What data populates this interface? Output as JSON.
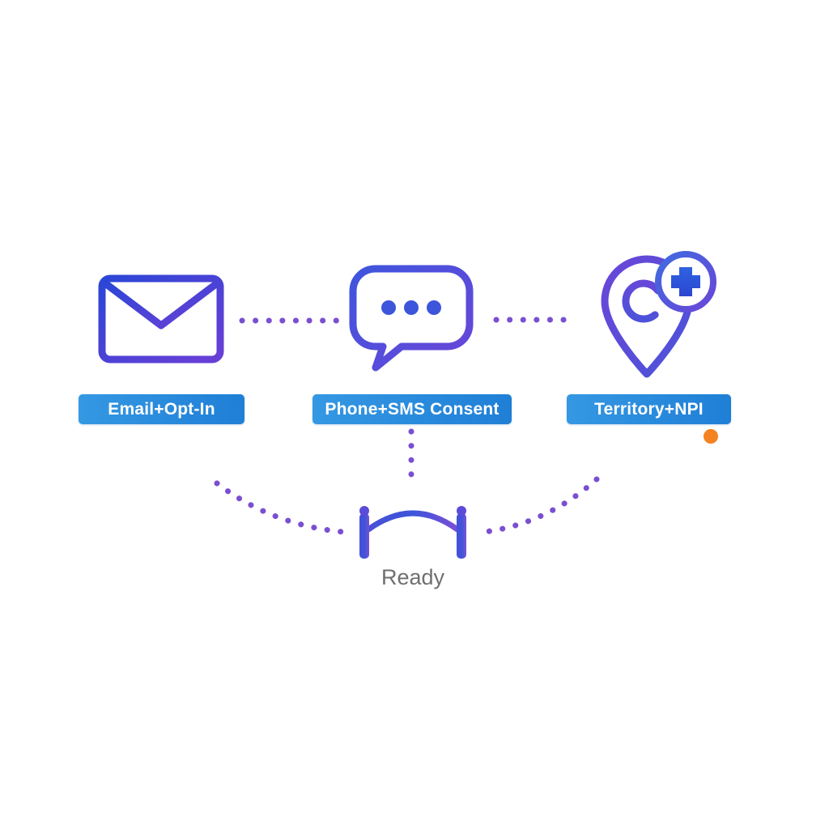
{
  "diagram": {
    "type": "flow-infographic",
    "nodes": [
      {
        "id": "email",
        "label": "Email+Opt-In",
        "icon": "envelope-icon"
      },
      {
        "id": "sms",
        "label": "Phone+SMS Consent",
        "icon": "chat-bubble-icon"
      },
      {
        "id": "territory",
        "label": "Territory+NPI",
        "icon": "map-pin-medical-cross-icon",
        "status_dot": true
      }
    ],
    "connectors": [
      {
        "from": "email",
        "to": "sms",
        "style": "dotted"
      },
      {
        "from": "sms",
        "to": "territory",
        "style": "dotted"
      },
      {
        "from": "email",
        "to": "gate",
        "style": "dotted"
      },
      {
        "from": "sms",
        "to": "gate",
        "style": "dotted"
      },
      {
        "from": "territory",
        "to": "gate",
        "style": "dotted"
      }
    ],
    "gate": {
      "label": "Ready",
      "icon": "gate-icon"
    },
    "colors": {
      "icon_gradient_start": "#2b46d6",
      "icon_gradient_end": "#7b4fd6",
      "label_bg_start": "#3598e3",
      "label_bg_end": "#1f7fd6",
      "label_text": "#ffffff",
      "connector_dot": "#7a4fd0",
      "status_dot": "#f58220",
      "ready_text": "#6f6f6f"
    }
  }
}
